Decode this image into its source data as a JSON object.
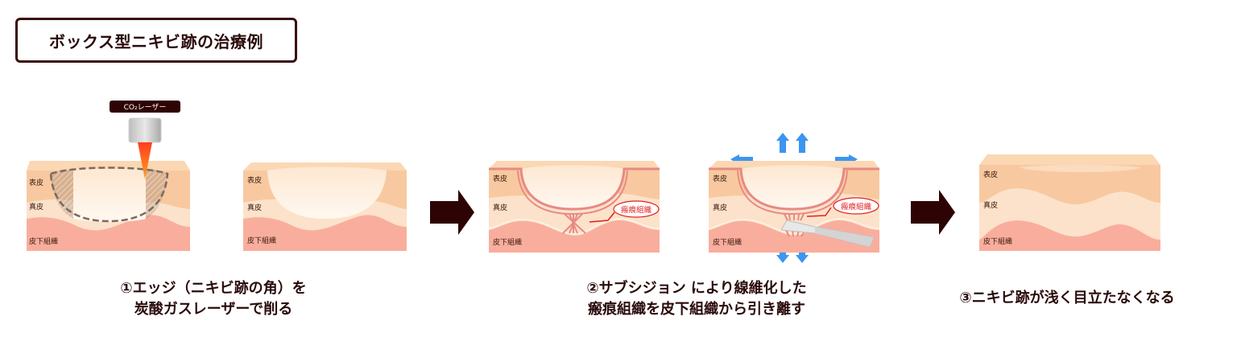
{
  "title": "ボックス型ニキビ跡の治療例",
  "layers": {
    "epidermis": "表皮",
    "dermis": "真皮",
    "subcutaneous": "皮下組織"
  },
  "laser_label": "CO₂レーザー",
  "scar_tissue_label": "瘢痕組織",
  "colors": {
    "epidermis": "#f8c9a0",
    "epidermis_top": "#fbd7b4",
    "dermis": "#fce2ca",
    "subcutaneous": "#f9ae9d",
    "crater": "#fff3e6",
    "scar_line": "#e88a84",
    "arrow_dark": "#2e0303",
    "arrow_blue": "#3c95f0",
    "label_red": "#e02020"
  },
  "steps": [
    {
      "caption_line1": "①エッジ（ニキビ跡の角）を",
      "caption_line2": "炭酸ガスレーザーで削る"
    },
    {
      "caption_line1": "②サブシジョン により線維化した",
      "caption_line2": "瘢痕組織を皮下組織から引き離す"
    },
    {
      "caption_line1": "③ニキビ跡が浅く目立たなくなる",
      "caption_line2": ""
    }
  ]
}
